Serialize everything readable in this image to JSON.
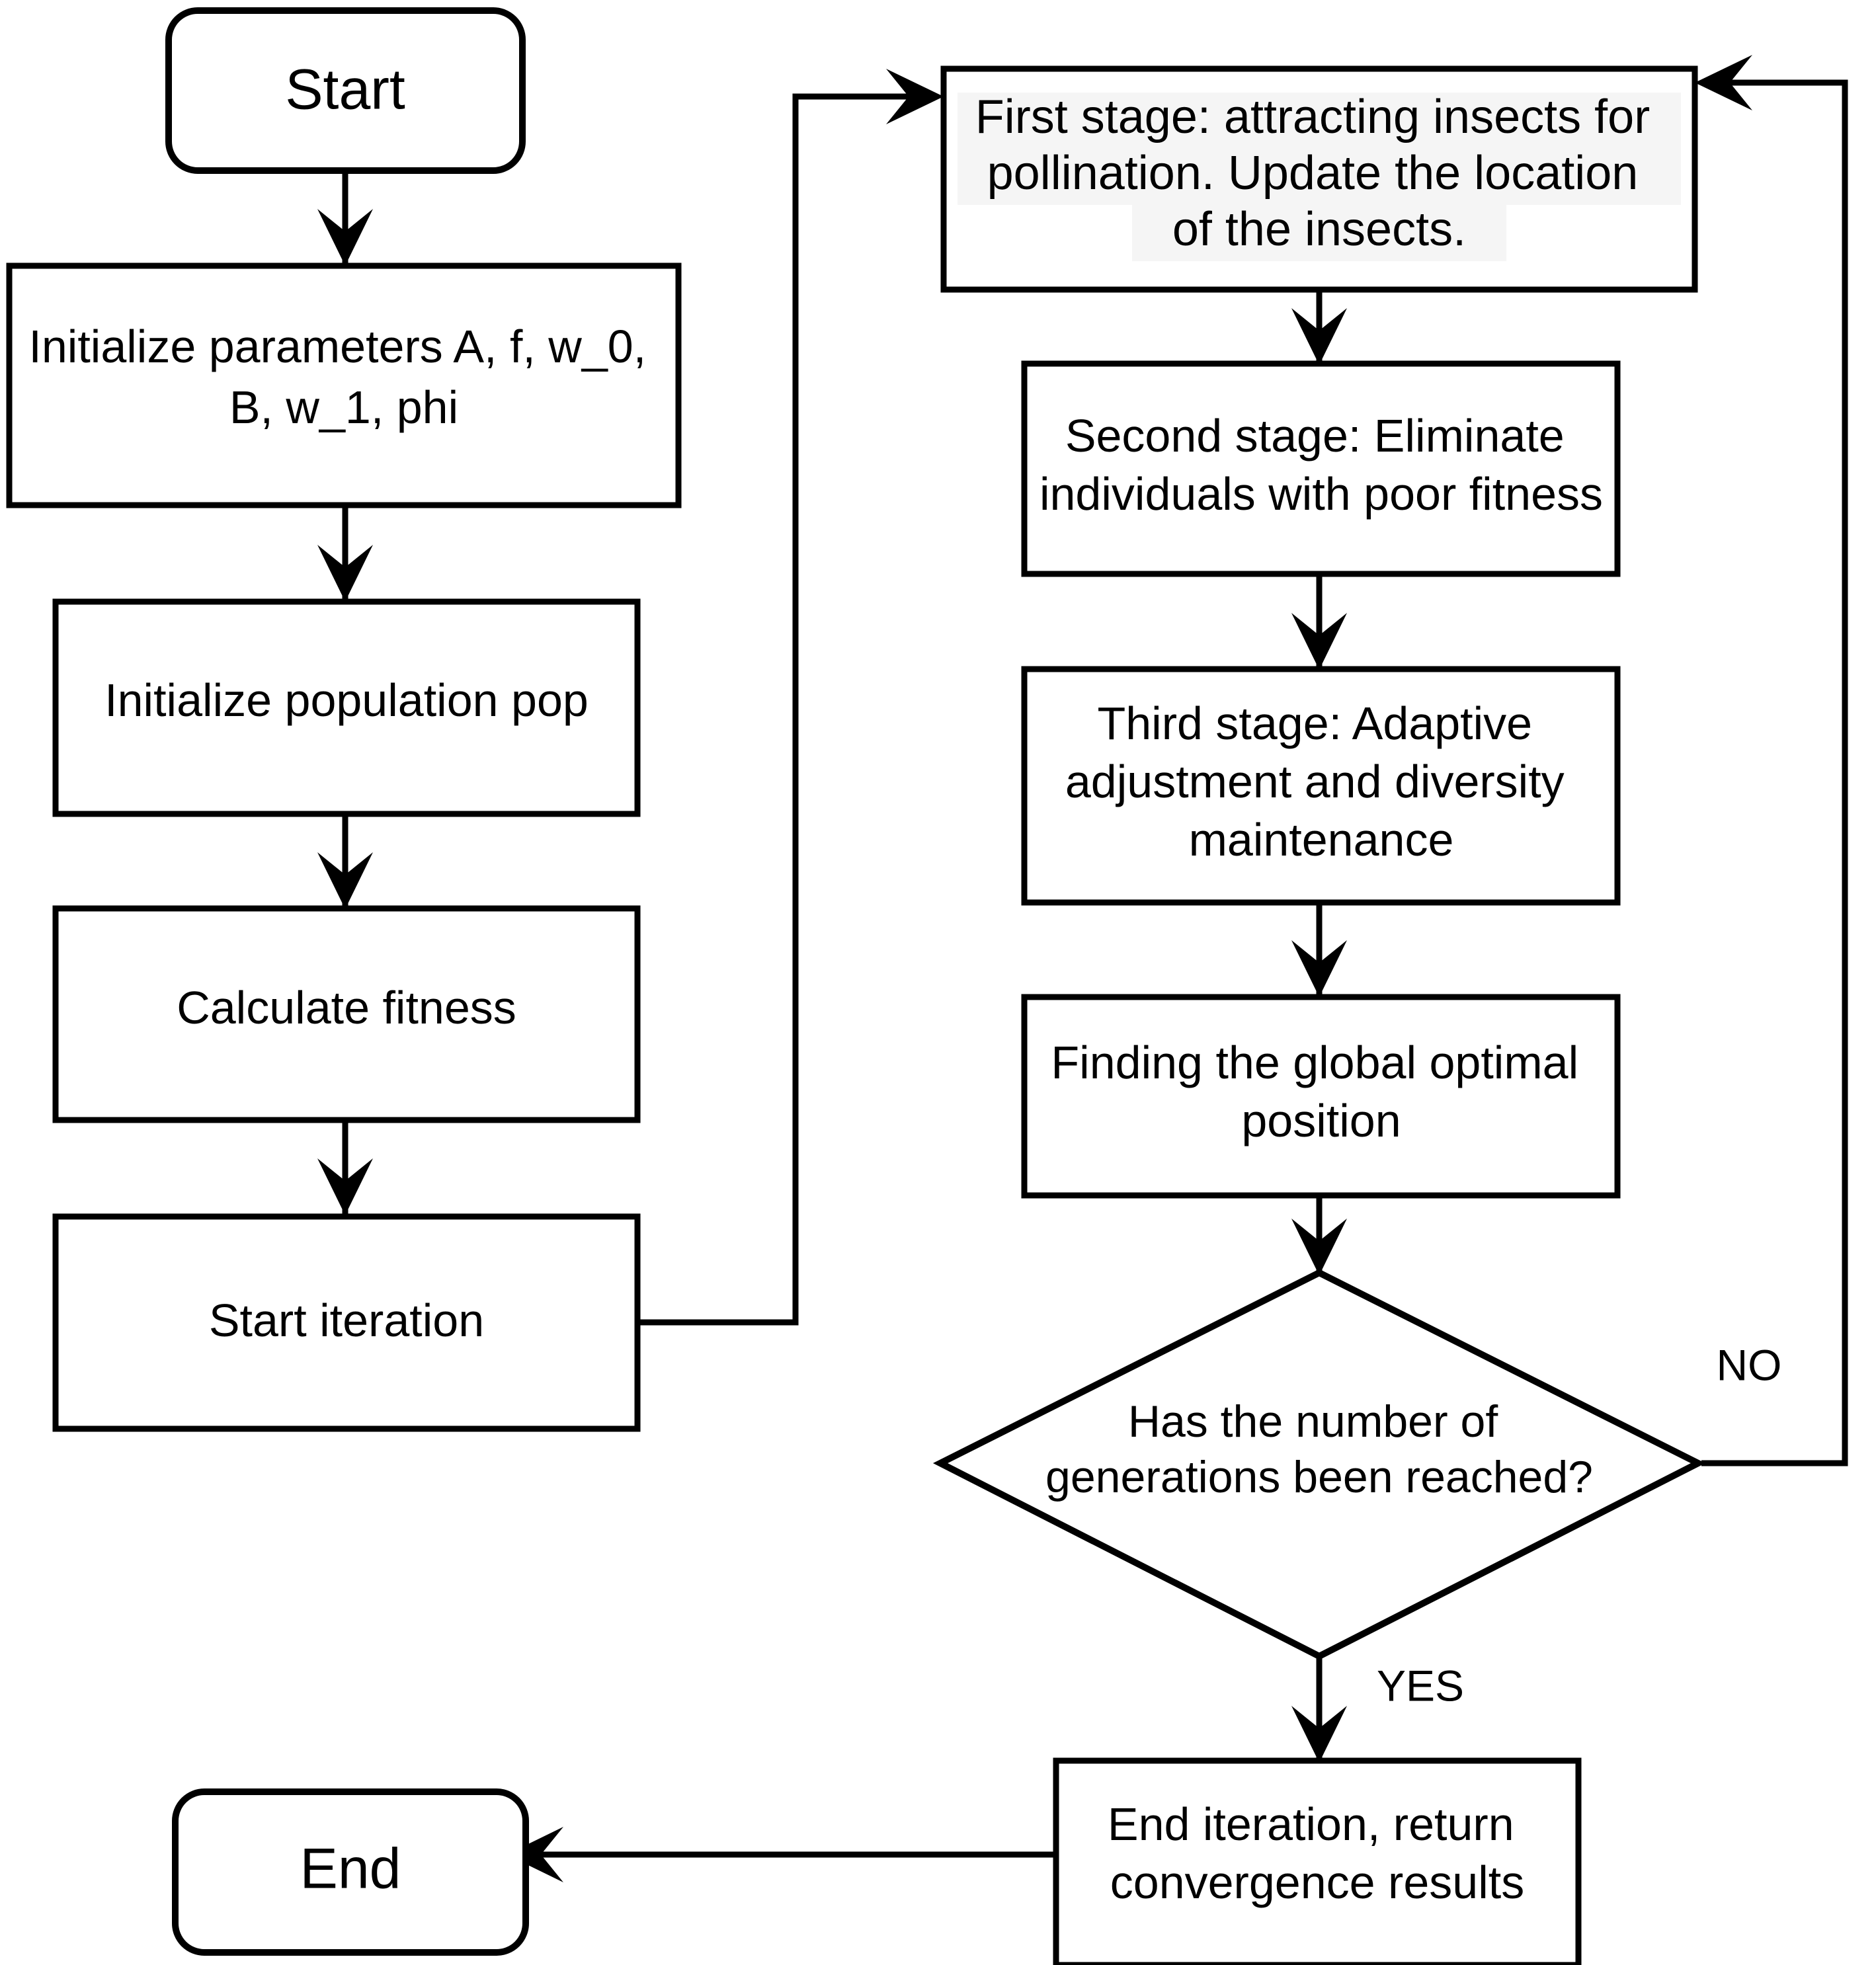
{
  "diagram": {
    "title": "Three-stage pollination optimization algorithm flowchart",
    "colors": {
      "stroke": "#000000",
      "fill": "#ffffff",
      "text_highlight": "#f5f5f5"
    }
  },
  "nodes": {
    "start": {
      "label": "Start",
      "shape": "terminator"
    },
    "init_params": {
      "label": "Initialize parameters A, f, w_0, B, w_1, phi",
      "lines": [
        "Initialize parameters A, f, w_0,",
        "B, w_1, phi"
      ],
      "shape": "process"
    },
    "init_population": {
      "label": "Initialize population pop",
      "lines": [
        "Initialize population pop"
      ],
      "shape": "process"
    },
    "calculate_fitness": {
      "label": "Calculate fitness",
      "lines": [
        "Calculate fitness"
      ],
      "shape": "process"
    },
    "start_iteration": {
      "label": "Start iteration",
      "lines": [
        "Start iteration"
      ],
      "shape": "process"
    },
    "first_stage": {
      "label": "First stage: attracting insects for pollination. Update the location of the insects.",
      "lines": [
        "First stage: attracting insects for",
        "pollination. Update the location",
        "of the insects."
      ],
      "shape": "process",
      "highlighted": true
    },
    "second_stage": {
      "label": "Second stage: Eliminate individuals with poor fitness",
      "lines": [
        "Second stage: Eliminate",
        "individuals with poor fitness"
      ],
      "shape": "process"
    },
    "third_stage": {
      "label": "Third stage: Adaptive adjustment and diversity maintenance",
      "lines": [
        "Third stage: Adaptive",
        "adjustment and diversity",
        "maintenance"
      ],
      "shape": "process"
    },
    "find_global_optimal": {
      "label": "Finding the global optimal position",
      "lines": [
        "Finding the global optimal",
        "position"
      ],
      "shape": "process"
    },
    "decision_generations": {
      "label": "Has the number of generations been reached?",
      "lines": [
        "Has the number of",
        "generations been reached?"
      ],
      "shape": "decision"
    },
    "end_iteration": {
      "label": "End iteration, return convergence results",
      "lines": [
        "End iteration, return",
        "convergence results"
      ],
      "shape": "process"
    },
    "end": {
      "label": "End",
      "shape": "terminator"
    }
  },
  "edge_labels": {
    "no": "NO",
    "yes": "YES"
  }
}
